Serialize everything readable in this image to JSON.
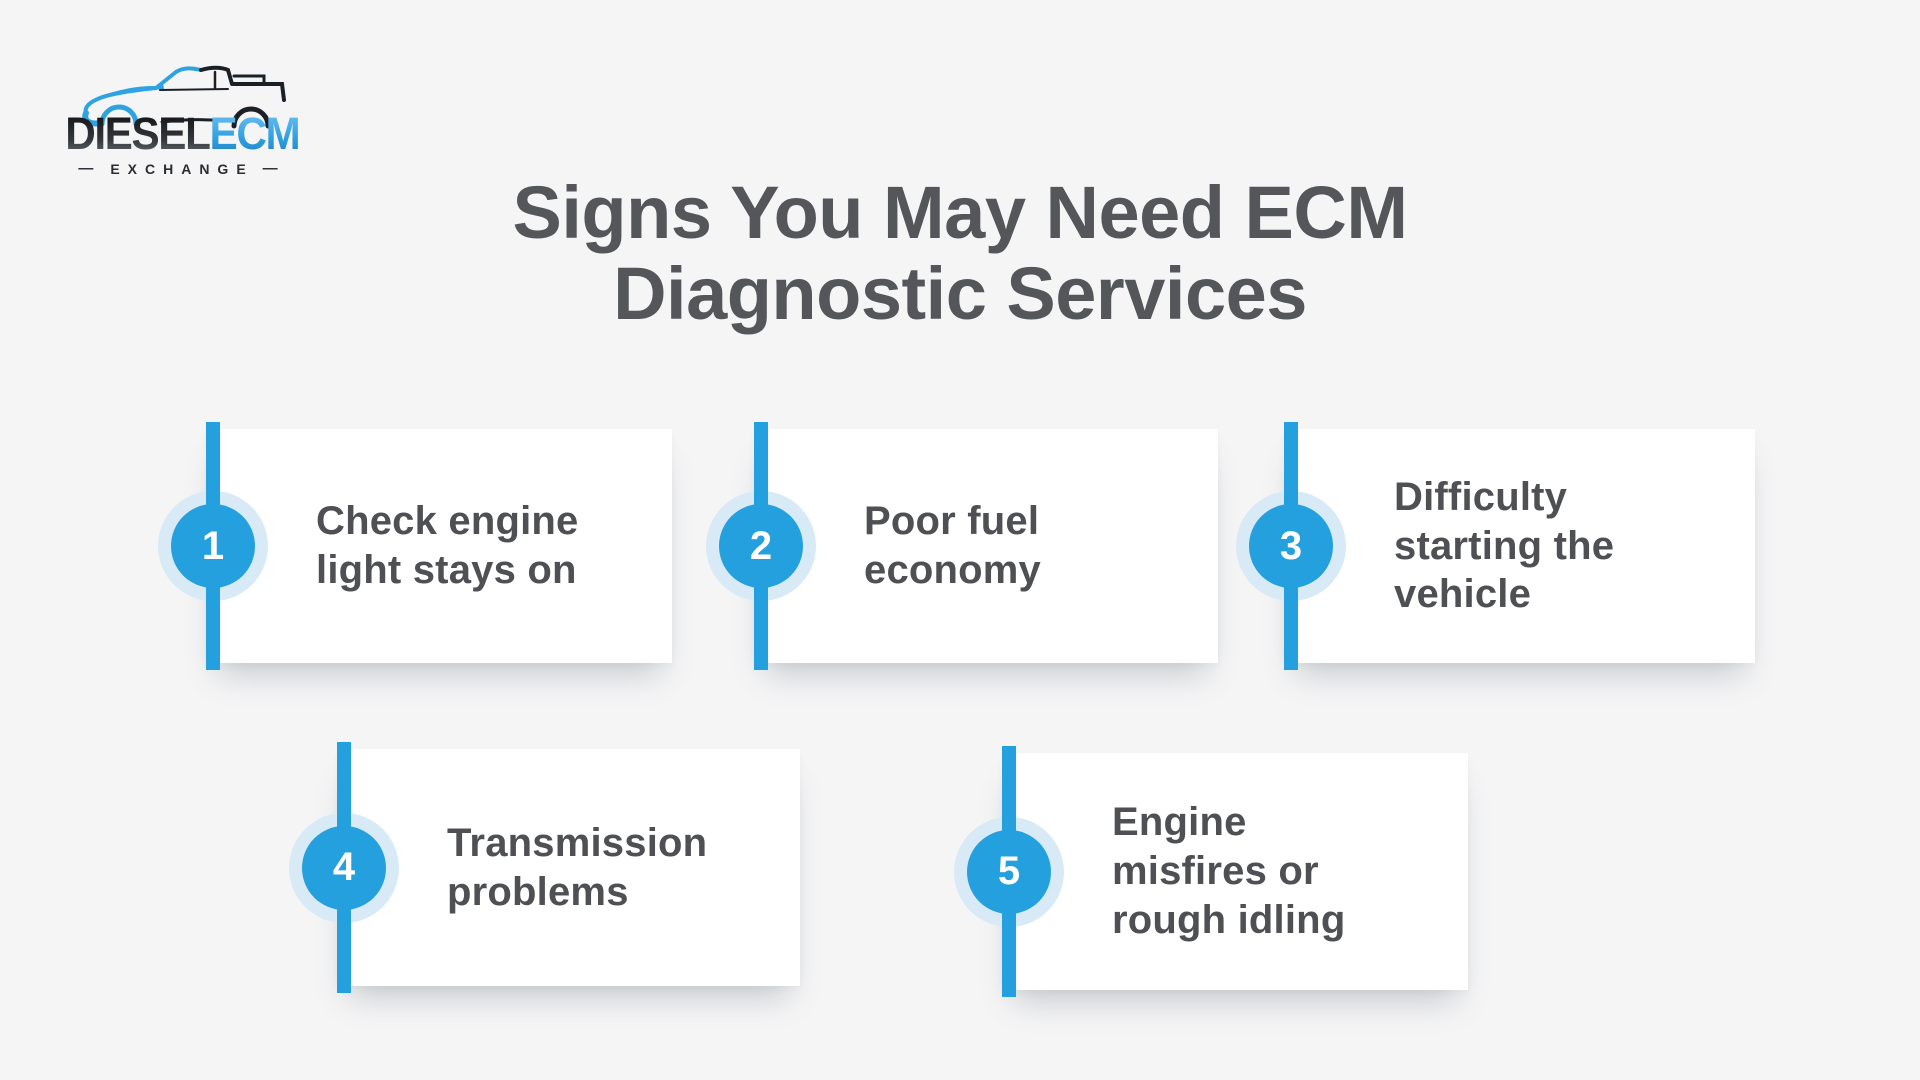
{
  "page": {
    "background": "#F5F5F6"
  },
  "logo": {
    "brand_primary": "DIESEL",
    "brand_secondary": "ECM",
    "tagline": "EXCHANGE",
    "tagline_dash_left": "—",
    "tagline_dash_right": "—",
    "colors": {
      "truck_blue": "#2FA3E2",
      "truck_dark": "#1B2026"
    }
  },
  "title": {
    "text": "Signs You May Need ECM\nDiagnostic Services",
    "color": "#545659"
  },
  "theme": {
    "accent_blue": "#24A0DE",
    "halo_blue": "#D8EAF6",
    "card_bg": "#FFFFFF",
    "text_dark": "#4E5053"
  },
  "cards": [
    {
      "number": "1",
      "text": "Check engine\nlight stays on"
    },
    {
      "number": "2",
      "text": "Poor fuel\neconomy"
    },
    {
      "number": "3",
      "text": "Difficulty\nstarting the\nvehicle"
    },
    {
      "number": "4",
      "text": "Transmission\nproblems"
    },
    {
      "number": "5",
      "text": "Engine\nmisfires or\nrough idling"
    }
  ]
}
